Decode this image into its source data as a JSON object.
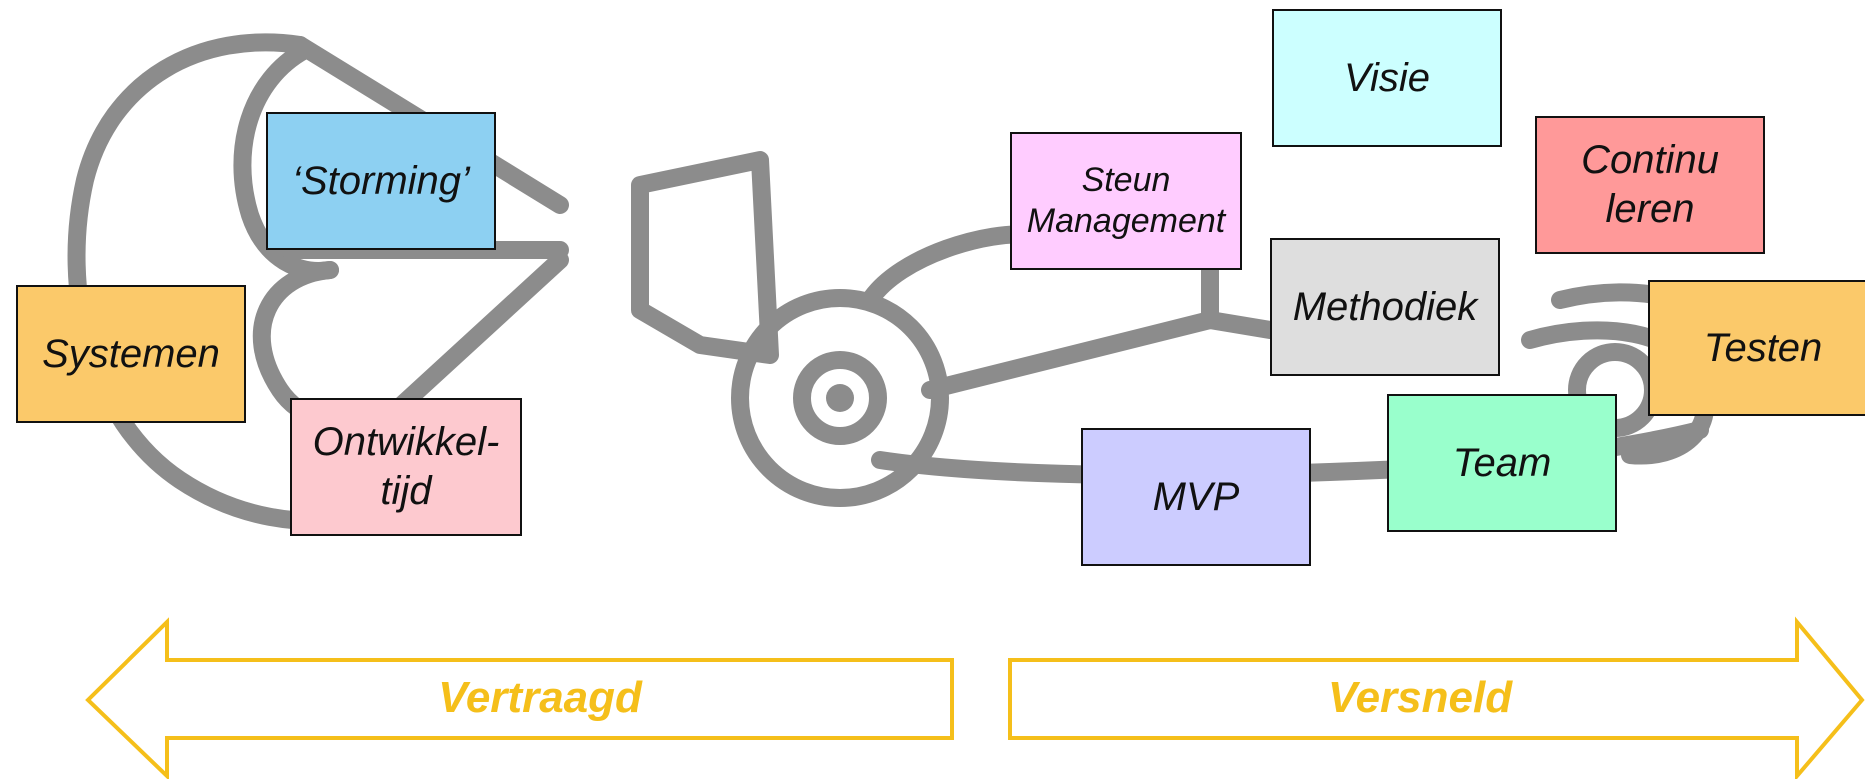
{
  "colors": {
    "car_outline": "#8c8c8c",
    "arrow": "#f5bf1a",
    "card_border": "#111111"
  },
  "cards": {
    "systemen": {
      "label": "Systemen",
      "color": "#fbc96a",
      "icon": "sticky-note"
    },
    "storming": {
      "label": "‘Storming’",
      "color": "#8dd0f2",
      "icon": "sticky-note"
    },
    "ontwikkeltijd": {
      "label_line1": "Ontwikkel-",
      "label_line2": "tijd",
      "color": "#fdc9cf",
      "icon": "sticky-note"
    },
    "steun": {
      "label_line1": "Steun",
      "label_line2": "Management",
      "color": "#ffccff",
      "icon": "sticky-note"
    },
    "visie": {
      "label": "Visie",
      "color": "#ccffff",
      "icon": "sticky-note"
    },
    "continu": {
      "label_line1": "Continu",
      "label_line2": "leren",
      "color": "#ff9999",
      "icon": "sticky-note"
    },
    "methodiek": {
      "label": "Methodiek",
      "color": "#dedede",
      "icon": "sticky-note"
    },
    "testen": {
      "label": "Testen",
      "color": "#fbc96a",
      "icon": "sticky-note"
    },
    "team": {
      "label": "Team",
      "color": "#99ffcc",
      "icon": "sticky-note"
    },
    "mvp": {
      "label": "MVP",
      "color": "#ccccff",
      "icon": "sticky-note"
    }
  },
  "arrows": {
    "left": {
      "label": "Vertraagd",
      "direction": "left"
    },
    "right": {
      "label": "Versneld",
      "direction": "right"
    }
  }
}
